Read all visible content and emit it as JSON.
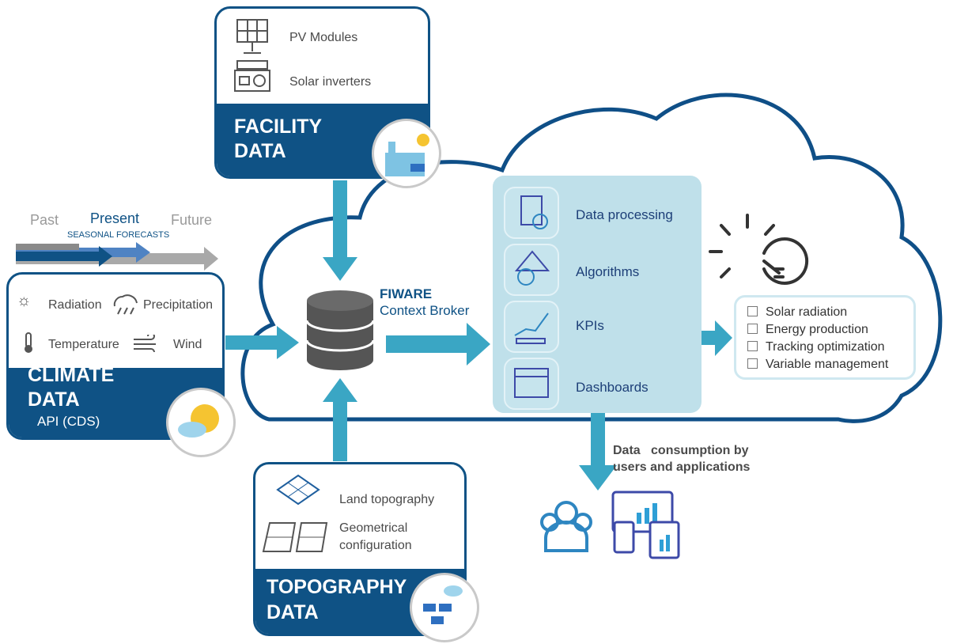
{
  "facility": {
    "items": [
      "PV Modules",
      "Solar inverters"
    ],
    "title_line1": "FACILITY",
    "title_line2": "DATA"
  },
  "climate": {
    "items": [
      "Radiation",
      "Precipitation",
      "Temperature",
      "Wind"
    ],
    "title_line1": "CLIMATE",
    "title_line2": "DATA",
    "subtitle": "API (CDS)"
  },
  "timeline": {
    "past": "Past",
    "present": "Present",
    "future": "Future",
    "caption": "SEASONAL FORECASTS"
  },
  "topography": {
    "items": [
      "Land topography",
      "Geometrical",
      "configuration"
    ],
    "title_line1": "TOPOGRAPHY",
    "title_line2": "DATA"
  },
  "broker": {
    "name": "FIWARE",
    "subtitle": "Context Broker"
  },
  "analytics": {
    "items": [
      "Data processing",
      "Algorithms",
      "KPIs",
      "Dashboards"
    ]
  },
  "outputs": {
    "items": [
      "Solar radiation",
      "Energy production",
      "Tracking optimization",
      "Variable management"
    ]
  },
  "consumption": {
    "line1": "Data   consumption by",
    "line2": "users and applications"
  },
  "colors": {
    "navy": "#0f5285",
    "arrow": "#3aa6c4",
    "panel": "#bfe0ea",
    "cloud_outline": "#0f4f87",
    "db": "#555555"
  }
}
